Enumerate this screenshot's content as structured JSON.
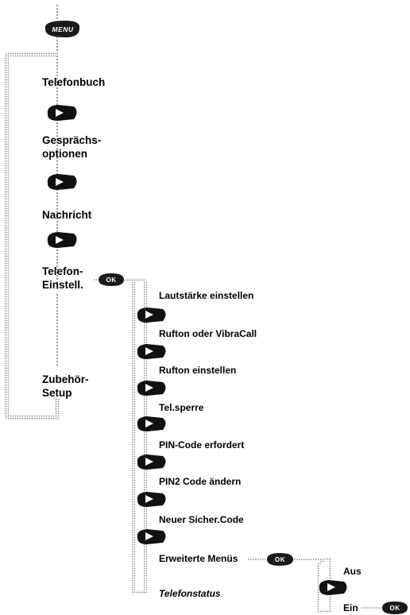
{
  "buttons": {
    "menu": "MENU",
    "ok": "OK"
  },
  "main_menu": [
    {
      "label": "Telefonbuch"
    },
    {
      "label": "Gesprächs-\noptionen"
    },
    {
      "label": "Nachricht"
    },
    {
      "label": "Telefon-\nEinstell."
    },
    {
      "label": "Zubehör-\nSetup"
    }
  ],
  "settings_menu": [
    {
      "label": "Lautstärke einstellen"
    },
    {
      "label": "Rufton oder VibraCall"
    },
    {
      "label": "Rufton einstellen"
    },
    {
      "label": "Tel.sperre"
    },
    {
      "label": "PIN-Code erfordert"
    },
    {
      "label": "PIN2 Code ändern"
    },
    {
      "label": "Neuer Sicher.Code"
    },
    {
      "label": "Erweiterte Menüs"
    },
    {
      "label": "Telefonstatus"
    }
  ],
  "extended_menu": [
    {
      "label": "Aus"
    },
    {
      "label": "Ein"
    }
  ],
  "icons": {
    "menu_button": "menu-key-icon",
    "ok_button": "ok-key-icon",
    "scroll_button": "scroll-right-key-icon"
  }
}
